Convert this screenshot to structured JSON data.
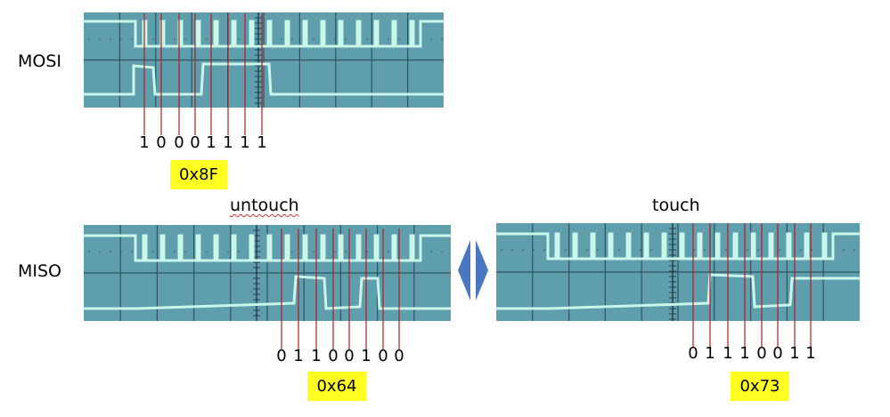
{
  "signals": {
    "mosi_label": "MOSI",
    "miso_label": "MISO"
  },
  "states": {
    "untouch": "untouch",
    "touch": "touch"
  },
  "bits": {
    "mosi": [
      "1",
      "0",
      "0",
      "0",
      "1",
      "1",
      "1",
      "1"
    ],
    "miso_untouch": [
      "0",
      "1",
      "1",
      "0",
      "0",
      "1",
      "0",
      "0"
    ],
    "miso_touch": [
      "0",
      "1",
      "1",
      "1",
      "0",
      "0",
      "1",
      "1"
    ]
  },
  "hex": {
    "mosi": "0x8F",
    "miso_untouch": "0x64",
    "miso_touch": "0x73"
  },
  "colors": {
    "scope_bg": "#5f9eac",
    "trace": "#c9f7ea",
    "marker_line": "#b02020",
    "hex_highlight": "#ffff22",
    "arrow": "#4a78c0"
  }
}
